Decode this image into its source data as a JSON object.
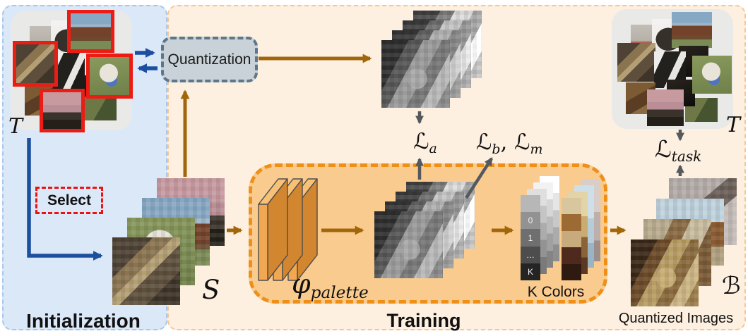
{
  "initialization": {
    "title": "Initialization",
    "select_label": "Select",
    "dataset_label": "T",
    "subset_label": "S"
  },
  "quantization": {
    "label": "Quantization"
  },
  "training": {
    "title": "Training",
    "network": {
      "symbol": "φ",
      "subscript": "palette"
    },
    "palette": {
      "caption": "K Colors",
      "index_labels": [
        "0",
        "1",
        "…",
        "K"
      ],
      "grayscale_swatches": [
        "#b7b7b7",
        "#929292",
        "#6f6f6f",
        "#4d4d4d",
        "#242424"
      ],
      "color_swatches": [
        "#d8c79e",
        "#9c6b33",
        "#c8ab7c",
        "#4e2a1e",
        "#2e1a10"
      ]
    }
  },
  "losses": {
    "a": {
      "base": "ℒ",
      "sub": "a"
    },
    "b": {
      "base": "ℒ",
      "sub": "b"
    },
    "m": {
      "base": "ℒ",
      "sub": "m"
    },
    "separator": ", ",
    "task": {
      "base": "ℒ",
      "sub": "task"
    }
  },
  "output": {
    "caption": "Quantized Images",
    "batch_label": "ℬ",
    "dataset_label": "T"
  },
  "colors": {
    "panel_blue": "#dbe8f8",
    "panel_peach": "#fdf0e0",
    "training_fill": "#f9cb8e",
    "training_border": "#ee9018",
    "quantization_fill": "#c9d2d8",
    "quantization_border": "#5d7689",
    "arrow_brown": "#a2660a",
    "arrow_blue": "#1d4fa0",
    "arrow_gray": "#55595d",
    "select_red": "#ee1111",
    "highlight_red": "#ec1c15"
  }
}
